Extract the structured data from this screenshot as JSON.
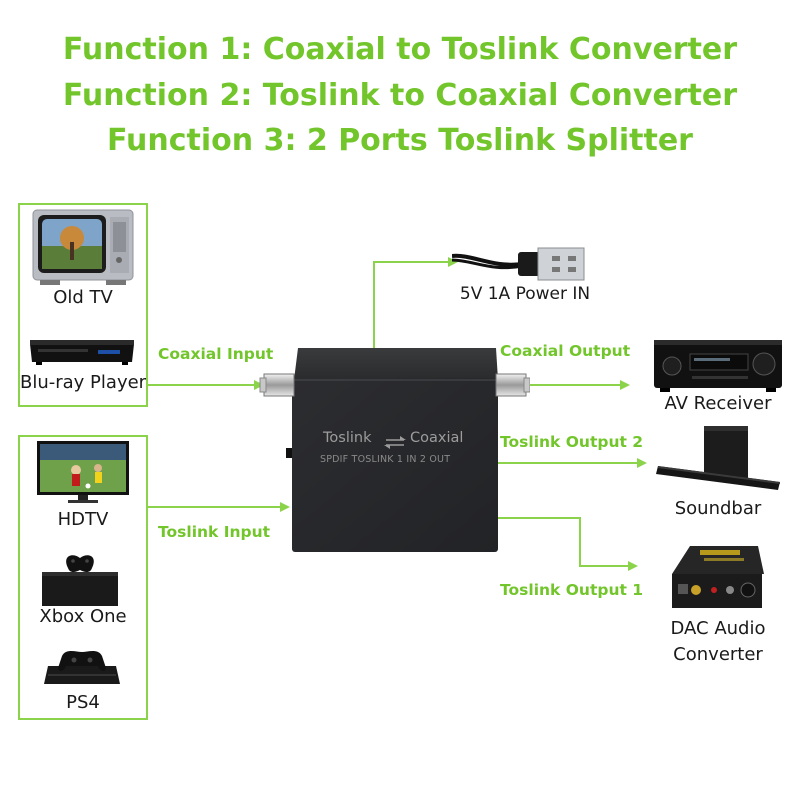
{
  "titles": {
    "line1": "Function 1: Coaxial to Toslink Converter",
    "line2": "Function 2: Toslink to Coaxial Converter",
    "line3": "Function 3: 2 Ports Toslink Splitter"
  },
  "sources_coaxial": {
    "old_tv": "Old TV",
    "bluray": "Blu-ray Player"
  },
  "sources_toslink": {
    "hdtv": "HDTV",
    "xbox": "Xbox One",
    "ps4": "PS4"
  },
  "connections": {
    "coaxial_input": "Coaxial Input",
    "toslink_input": "Toslink Input",
    "coaxial_output": "Coaxial Output",
    "toslink_output_2": "Toslink Output 2",
    "toslink_output_1": "Toslink Output 1"
  },
  "power": {
    "label": "5V 1A Power IN"
  },
  "device": {
    "label_left": "Toslink",
    "label_right": "Coaxial",
    "subtitle": "SPDIF TOSLINK 1 IN 2 OUT"
  },
  "outputs": {
    "av_receiver": "AV Receiver",
    "soundbar": "Soundbar",
    "dac_line1": "DAC Audio",
    "dac_line2": "Converter"
  },
  "colors": {
    "accent_green": "#72c62b",
    "line_green": "#8bd34a"
  }
}
